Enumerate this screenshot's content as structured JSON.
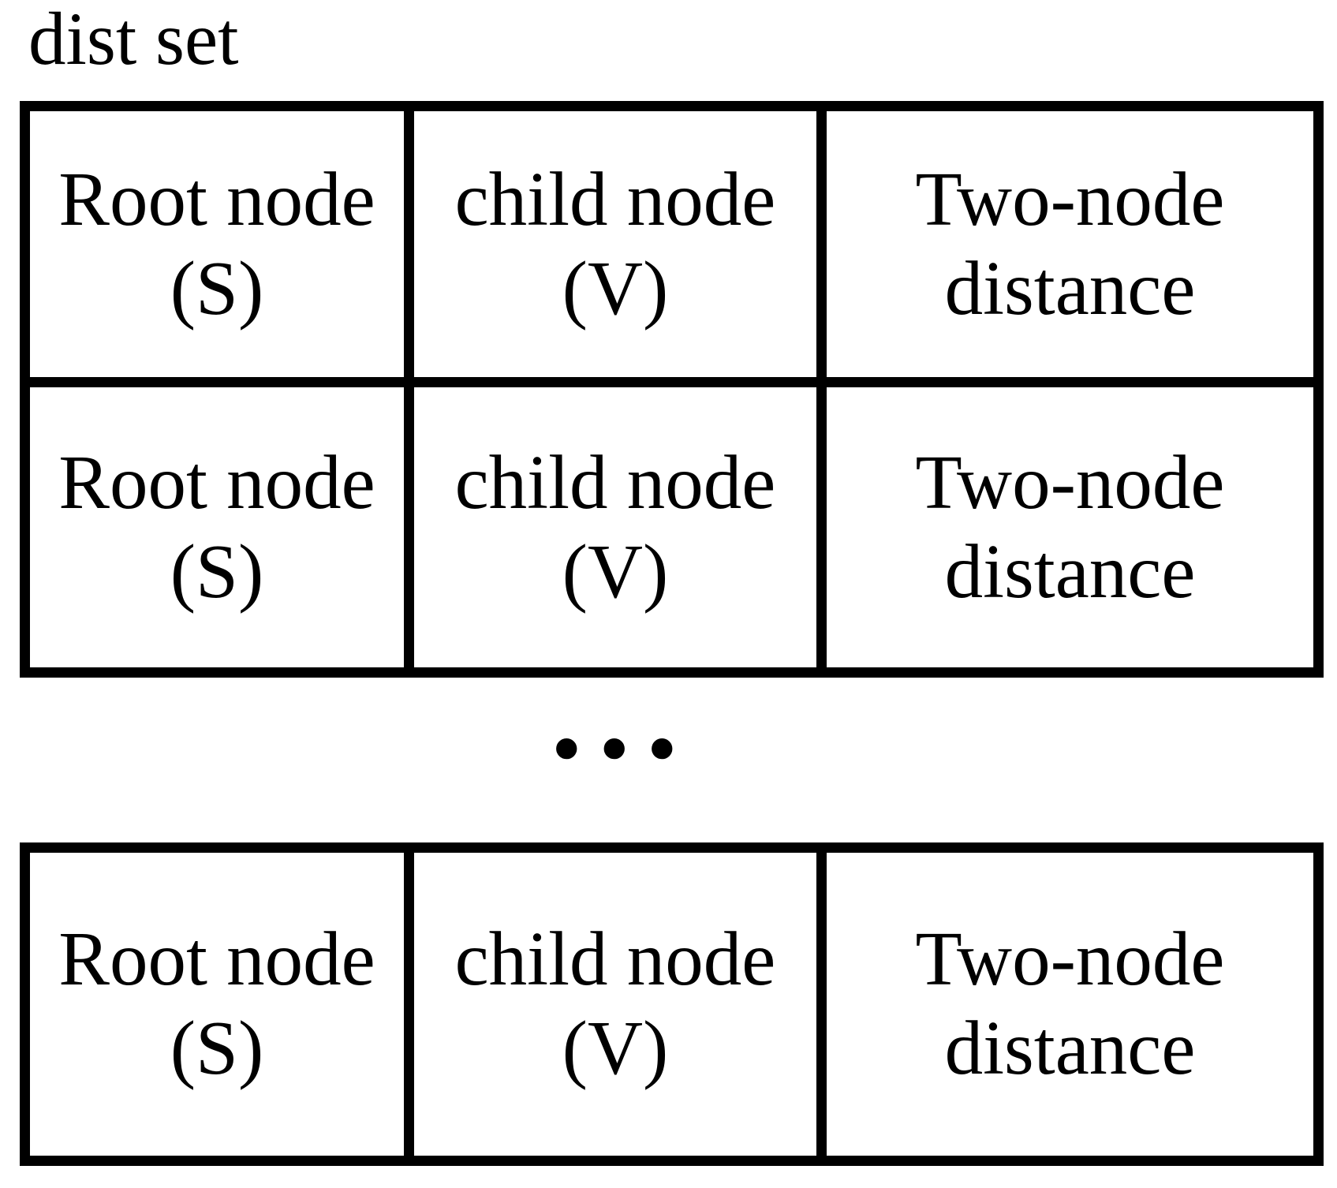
{
  "title": "dist set",
  "ellipsis": "...",
  "colors": {
    "ink": "#000000",
    "paper": "#ffffff"
  },
  "table_top": {
    "rows": [
      {
        "cells": [
          {
            "line1": "Root node",
            "line2": "(S)"
          },
          {
            "line1": "child node",
            "line2": "(V)"
          },
          {
            "line1": "Two-node",
            "line2": "distance"
          }
        ]
      },
      {
        "cells": [
          {
            "line1": "Root node",
            "line2": "(S)"
          },
          {
            "line1": "child node",
            "line2": "(V)"
          },
          {
            "line1": "Two-node",
            "line2": "distance"
          }
        ]
      }
    ]
  },
  "table_bottom": {
    "rows": [
      {
        "cells": [
          {
            "line1": "Root node",
            "line2": "(S)"
          },
          {
            "line1": "child node",
            "line2": "(V)"
          },
          {
            "line1": "Two-node",
            "line2": "distance"
          }
        ]
      }
    ]
  }
}
